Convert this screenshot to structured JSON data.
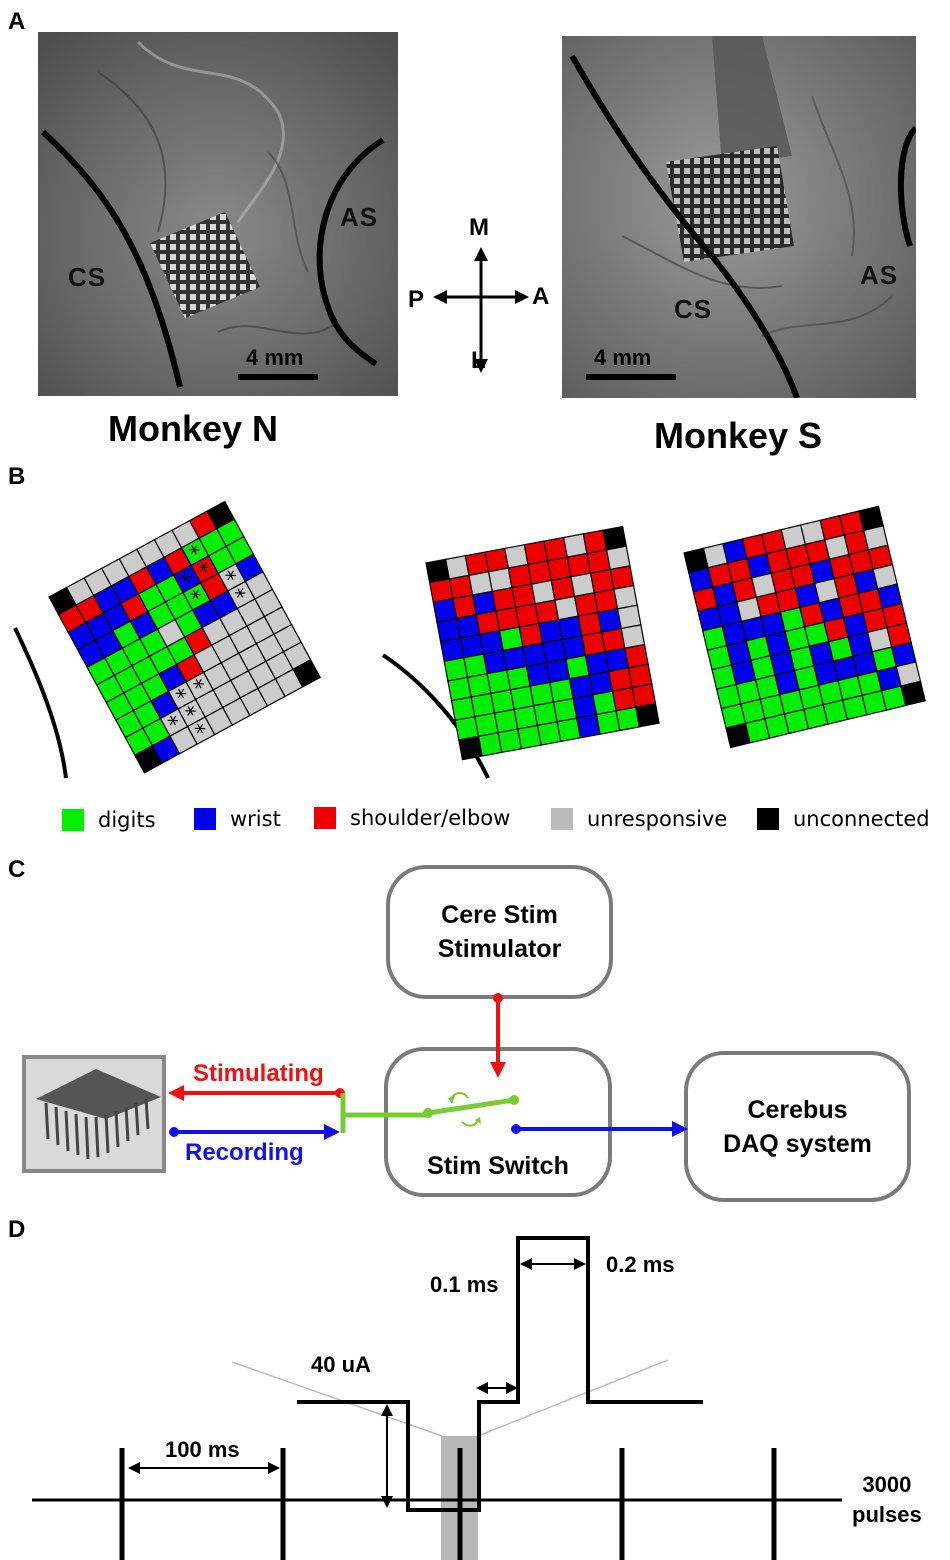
{
  "panels": {
    "a": "A",
    "b": "B",
    "c": "C",
    "d": "D"
  },
  "panel_a": {
    "monkey_n": {
      "title": "Monkey N",
      "cs_label": "CS",
      "as_label": "AS",
      "scale_label": "4 mm"
    },
    "monkey_s": {
      "title": "Monkey S",
      "cs_label": "CS",
      "as_label": "AS",
      "scale_label": "4 mm"
    },
    "compass": {
      "m": "M",
      "l": "L",
      "p": "P",
      "a": "A"
    }
  },
  "panel_b": {
    "colors": {
      "digits": "#00ee00",
      "wrist": "#0000ee",
      "shoulder_elbow": "#ee0000",
      "unresponsive": "#cccccc",
      "unconnected": "#000000"
    },
    "legend": [
      {
        "key": "G",
        "label": "digits",
        "color": "#00ee00"
      },
      {
        "key": "B",
        "label": "wrist",
        "color": "#0000ee"
      },
      {
        "key": "R",
        "label": "shoulder/elbow",
        "color": "#ee0000"
      },
      {
        "key": "W",
        "label": "unresponsive",
        "color": "#bbbbbb"
      },
      {
        "key": "K",
        "label": "unconnected",
        "color": "#000000"
      }
    ],
    "arrays": [
      {
        "name": "monkey-n-array",
        "rows": [
          "KWWWWWWWRK",
          "RRBBRBRGGG",
          "BBBRGGBRGG",
          "BBGBGGGRWB",
          "GGGGWGBBWW",
          "GGGGGRWWWW",
          "GGGBRWWWWW",
          "GGBWWWWWWW",
          "GGWWWWWWWW",
          "KBWWWWWWWK"
        ],
        "stars": [
          [
            1,
            7
          ],
          [
            2,
            6
          ],
          [
            2,
            7
          ],
          [
            3,
            6
          ],
          [
            3,
            8
          ],
          [
            4,
            8
          ],
          [
            7,
            3
          ],
          [
            8,
            3
          ],
          [
            8,
            2
          ],
          [
            7,
            4
          ],
          [
            9,
            3
          ]
        ]
      },
      {
        "name": "monkey-s-array-1",
        "rows": [
          "KWRRWRRWRK",
          "RRWWRRRRRW",
          "BRBRRWRWRR",
          "BBRRRRWRRW",
          "BBBGRBBRBW",
          "GGBBBBBRRW",
          "GGGGBBGBBR",
          "GGGGGGBBRR",
          "GGGGGGBGRR",
          "KGGGGGBGGK"
        ],
        "stars": []
      },
      {
        "name": "monkey-s-array-2",
        "rows": [
          "KWBRRWWRRK",
          "BRRBRRRWRW",
          "RBRWRRBRRR",
          "BBWRRBWRBW",
          "GBBBGRBRRB",
          "GBGBGGRBRR",
          "GBGBGBGBWR",
          "GGGBGBBBGB",
          "GGGGGGGGBW",
          "KGGGGGGGGK"
        ],
        "stars": []
      }
    ]
  },
  "panel_c": {
    "cerestim": {
      "line1": "Cere Stim",
      "line2": "Stimulator"
    },
    "stimswitch": "Stim Switch",
    "cerebus": {
      "line1": "Cerebus",
      "line2": "DAQ system"
    },
    "stimulating": "Stimulating",
    "recording": "Recording",
    "colors": {
      "stim": "#ee1111",
      "record": "#1111ee",
      "switch": "#77cc33"
    }
  },
  "panel_d": {
    "pulse_amplitude": "40 uA",
    "phase_gap": "0.1 ms",
    "phase_width": "0.2 ms",
    "interval": "100 ms",
    "count": {
      "line1": "3000",
      "line2": "pulses"
    }
  }
}
